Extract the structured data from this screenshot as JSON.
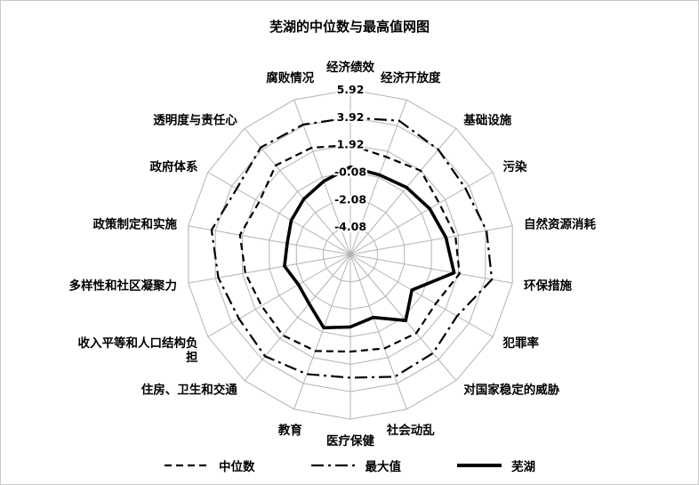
{
  "title": "芜湖的中位数与最高值网图",
  "chart_data": {
    "type": "radar",
    "title": "芜湖的中位数与最高值网图",
    "categories": [
      "经济绩效",
      "经济开放度",
      "基础设施",
      "污染",
      "自然资源消耗",
      "环保措施",
      "犯罪率",
      "对国家稳定的威胁",
      "社会动乱",
      "医疗保健",
      "教育",
      "住房、卫生和交通",
      "收入平等和人口结构负\n担",
      "多样性和社区凝聚力",
      "政策制定和实施",
      "政府体系",
      "透明度与责任心",
      "腐败情况"
    ],
    "range": [
      -6.08,
      5.92
    ],
    "ticks": [
      5.92,
      3.92,
      1.92,
      -0.08,
      -2.08,
      -4.08
    ],
    "grid": true,
    "legend_position": "bottom",
    "series": [
      {
        "name": "中位数",
        "style": "dashed",
        "values": [
          1.9,
          1.5,
          1.9,
          1.4,
          1.7,
          2.0,
          1.1,
          1.4,
          1.2,
          1.0,
          1.4,
          1.6,
          1.4,
          1.7,
          2.1,
          1.6,
          2.4,
          2.2
        ]
      },
      {
        "name": "最大值",
        "style": "dashdot",
        "values": [
          3.9,
          4.3,
          3.9,
          3.6,
          4.0,
          4.4,
          2.9,
          3.3,
          3.4,
          2.9,
          3.2,
          3.6,
          3.3,
          3.7,
          4.2,
          3.5,
          4.1,
          4.0
        ]
      },
      {
        "name": "芜湖",
        "style": "solid",
        "values": [
          0.3,
          0.1,
          0.3,
          0.6,
          1.0,
          1.6,
          -0.9,
          0.2,
          -1.2,
          -0.8,
          -0.4,
          -1.4,
          -1.7,
          -1.2,
          -1.4,
          -1.1,
          -0.8,
          -0.4
        ]
      }
    ]
  }
}
